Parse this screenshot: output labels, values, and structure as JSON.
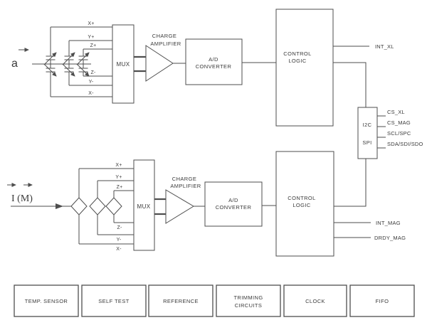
{
  "colors": {
    "line": "#4e4e4e",
    "text": "#3a3a3a",
    "bg": "#ffffff"
  },
  "accel": {
    "input_label": "a",
    "channels": [
      "X+",
      "Y+",
      "Z+",
      "Z-",
      "Y-",
      "X-"
    ],
    "mux": "MUX",
    "amp": [
      "CHARGE",
      "AMPLIFIER"
    ],
    "adc": [
      "A/D",
      "CONVERTER"
    ],
    "control": [
      "CONTROL",
      "LOGIC"
    ],
    "int_out": "INT_XL"
  },
  "mag": {
    "input_label": "I (M)",
    "channels": [
      "X+",
      "Y+",
      "Z+",
      "Z-",
      "Y-",
      "X-"
    ],
    "mux": "MUX",
    "amp": [
      "CHARGE",
      "AMPLIFIER"
    ],
    "adc": [
      "A/D",
      "CONVERTER"
    ],
    "control": [
      "CONTROL",
      "LOGIC"
    ],
    "int_out": "INT_MAG",
    "drdy_out": "DRDY_MAG"
  },
  "interface": {
    "protocols": [
      "I2C",
      "SPI"
    ],
    "pins": [
      "CS_XL",
      "CS_MAG",
      "SCL/SPC",
      "SDA/SDI/SDO"
    ]
  },
  "support_blocks": [
    {
      "line1": "TEMP. SENSOR"
    },
    {
      "line1": "SELF TEST"
    },
    {
      "line1": "REFERENCE"
    },
    {
      "line1": "TRIMMING",
      "line2": "CIRCUITS"
    },
    {
      "line1": "CLOCK"
    },
    {
      "line1": "FIFO"
    }
  ]
}
